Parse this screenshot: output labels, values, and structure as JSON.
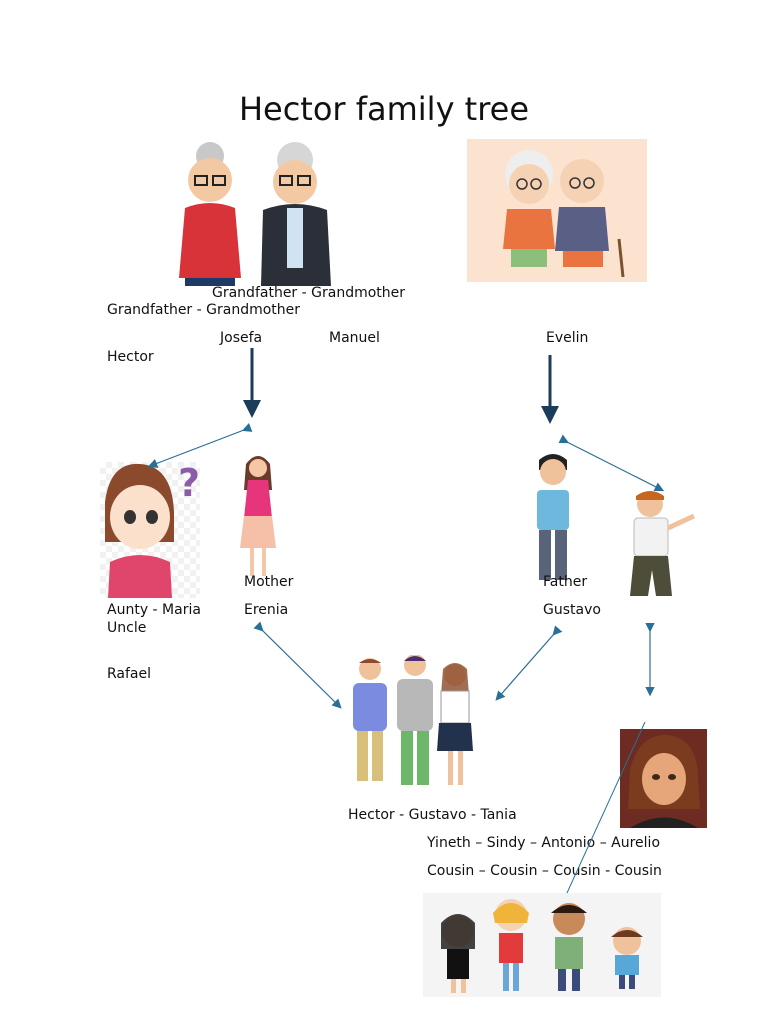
{
  "title": "Hector family tree",
  "labels": {
    "grandparents_left": "Grandfather - Grandmother",
    "grandparents_right": "Grandfather - Grandmother",
    "josefa": "Josefa",
    "manuel": "Manuel",
    "evelin": "Evelin",
    "hector": "Hector",
    "mother": "Mother",
    "father": "Father",
    "aunty_maria": "Aunty - Maria",
    "uncle": "Uncle",
    "erenia": "Erenia",
    "gustavo": "Gustavo",
    "rafael": "Rafael",
    "siblings": "Hector - Gustavo - Tania",
    "cousin_names": "Yineth – Sindy – Antonio – Aurelio",
    "cousin_roles": "Cousin – Cousin – Cousin - Cousin"
  },
  "colors": {
    "arrow": "#2a6f97",
    "down_arrow": "#1c3d5a"
  }
}
